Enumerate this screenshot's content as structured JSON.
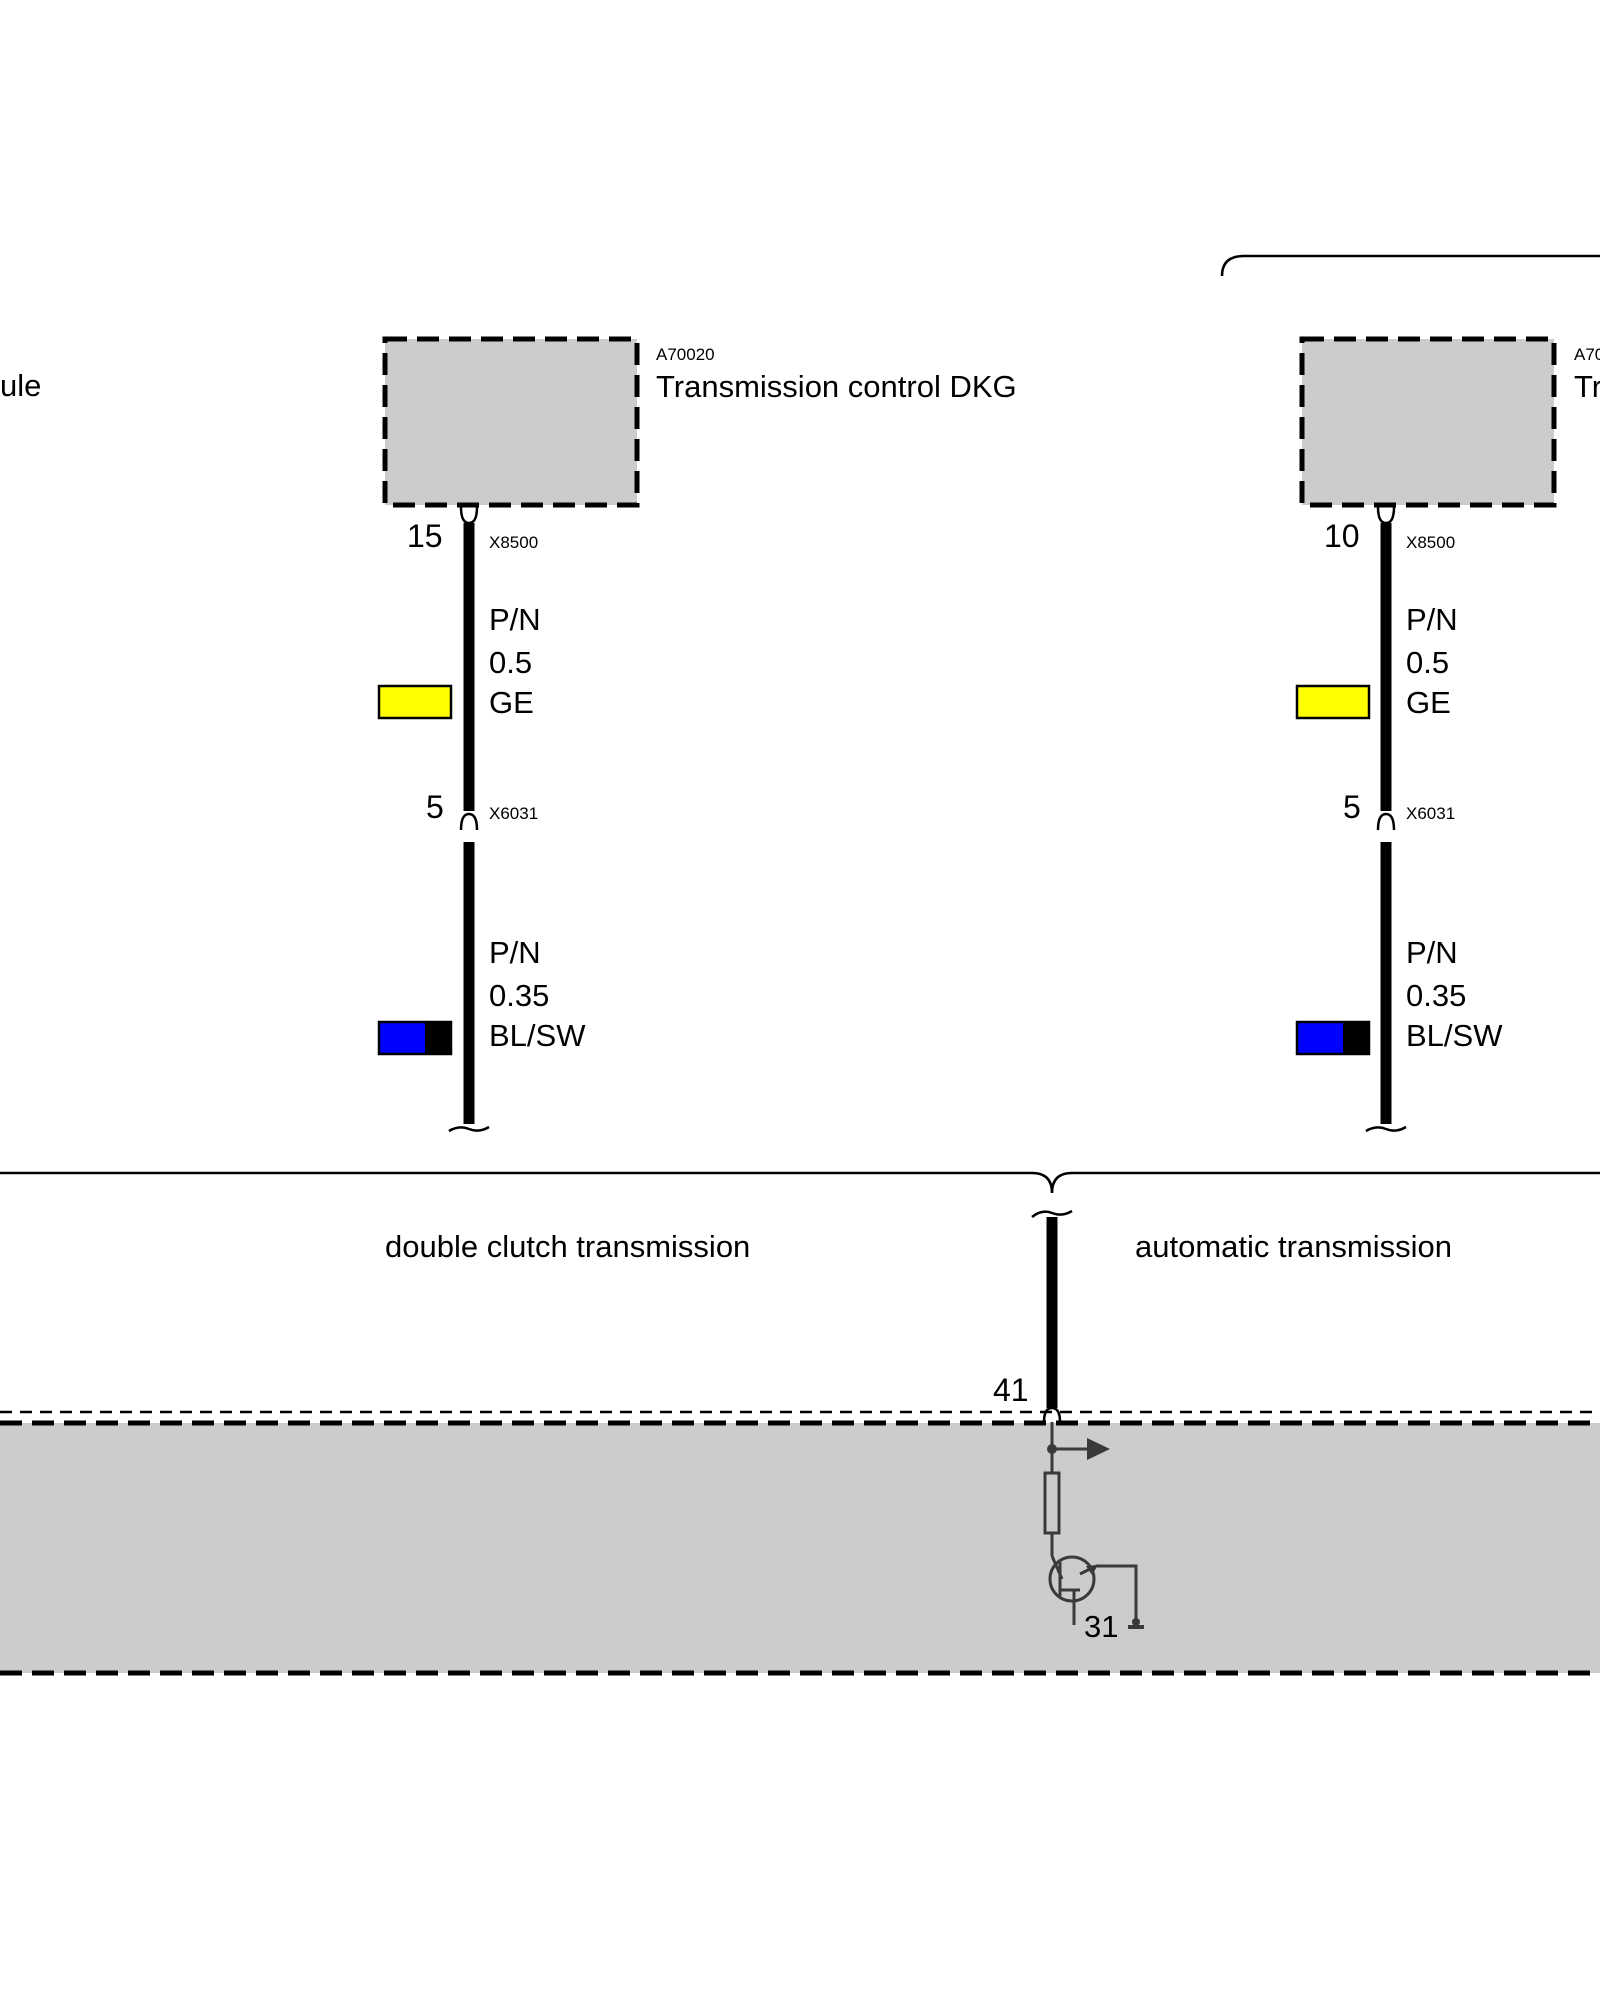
{
  "partial_left_label": "ule",
  "left_module": {
    "id": "A70020",
    "name": "Transmission control DKG",
    "upper_pin": "15",
    "upper_connector": "X8500",
    "wire1": {
      "signal": "P/N",
      "size": "0.5",
      "color_code": "GE",
      "swatch": [
        "#ffff00"
      ]
    },
    "lower_pin": "5",
    "lower_connector": "X6031",
    "wire2": {
      "signal": "P/N",
      "size": "0.35",
      "color_code": "BL/SW",
      "swatch": [
        "#0000ff",
        "#000000"
      ]
    }
  },
  "right_module": {
    "id_partial": "A70",
    "name_partial": "Tr",
    "upper_pin": "10",
    "upper_connector": "X8500",
    "wire1": {
      "signal": "P/N",
      "size": "0.5",
      "color_code": "GE",
      "swatch": [
        "#ffff00"
      ]
    },
    "lower_pin": "5",
    "lower_connector": "X6031",
    "wire2": {
      "signal": "P/N",
      "size": "0.35",
      "color_code": "BL/SW",
      "swatch": [
        "#0000ff",
        "#000000"
      ]
    }
  },
  "variants": {
    "left": "double clutch transmission",
    "right": "automatic transmission"
  },
  "bottom_module": {
    "pin": "41",
    "ground": "31"
  }
}
